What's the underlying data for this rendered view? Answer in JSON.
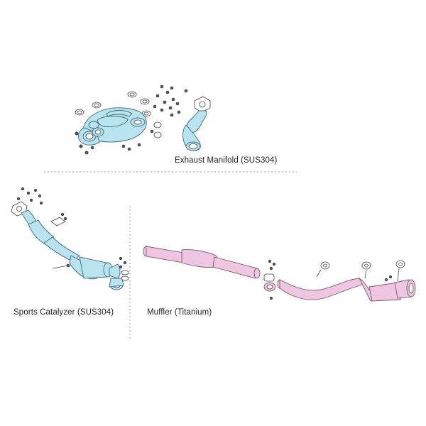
{
  "labels": {
    "manifold": "Exhaust Manifold (SUS304)",
    "catalyzer": "Sports Catalyzer (SUS304)",
    "muffler": "Muffler (Titanium)"
  },
  "colors": {
    "stainless_part": "#b9e3ef",
    "titanium_part": "#efc6df",
    "separator": "#9a9a9a"
  }
}
